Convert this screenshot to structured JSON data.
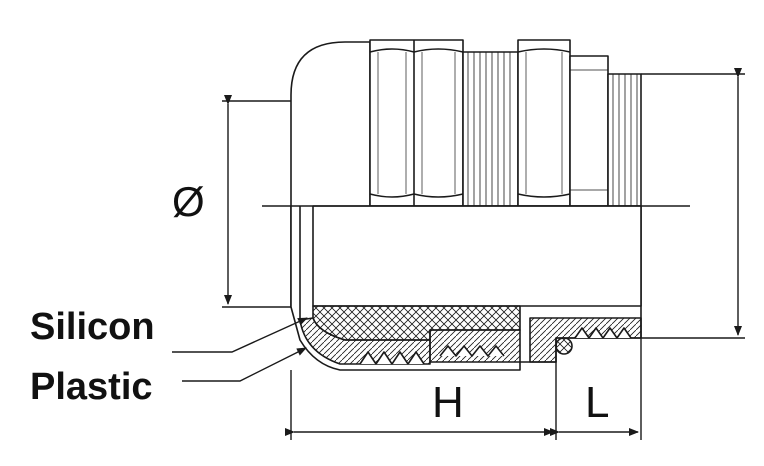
{
  "labels": {
    "diameter": "Ø",
    "silicon": "Silicon",
    "plastic": "Plastic",
    "height": "H",
    "thread_length": "L"
  },
  "colors": {
    "line": "#1a1a1a",
    "fill": "#ffffff"
  }
}
